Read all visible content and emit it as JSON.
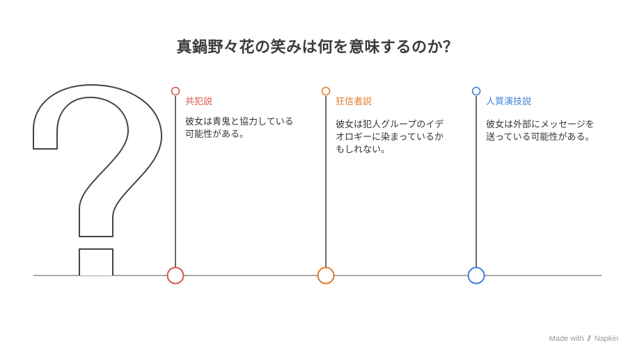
{
  "title": "真鍋野々花の笑みは何を意味するのか？",
  "theories": [
    {
      "label": "共犯説",
      "description": "彼女は青鬼と協力している可能性がある。",
      "color": "#d9534f"
    },
    {
      "label": "狂信者説",
      "description": "彼女は犯人グループのイデオロギーに染まっているかもしれない。",
      "color": "#e07b2a"
    },
    {
      "label": "人質演技説",
      "description": "彼女は外部にメッセージを送っている可能性がある。",
      "color": "#3f7fd6"
    }
  ],
  "footer": {
    "made_with": "Made with",
    "logo_glyph": "⫽",
    "brand": "Napkin"
  },
  "colors": {
    "line": "#555555",
    "baseline": "#888888"
  },
  "icons": {
    "question_mark": "question-mark-icon"
  }
}
